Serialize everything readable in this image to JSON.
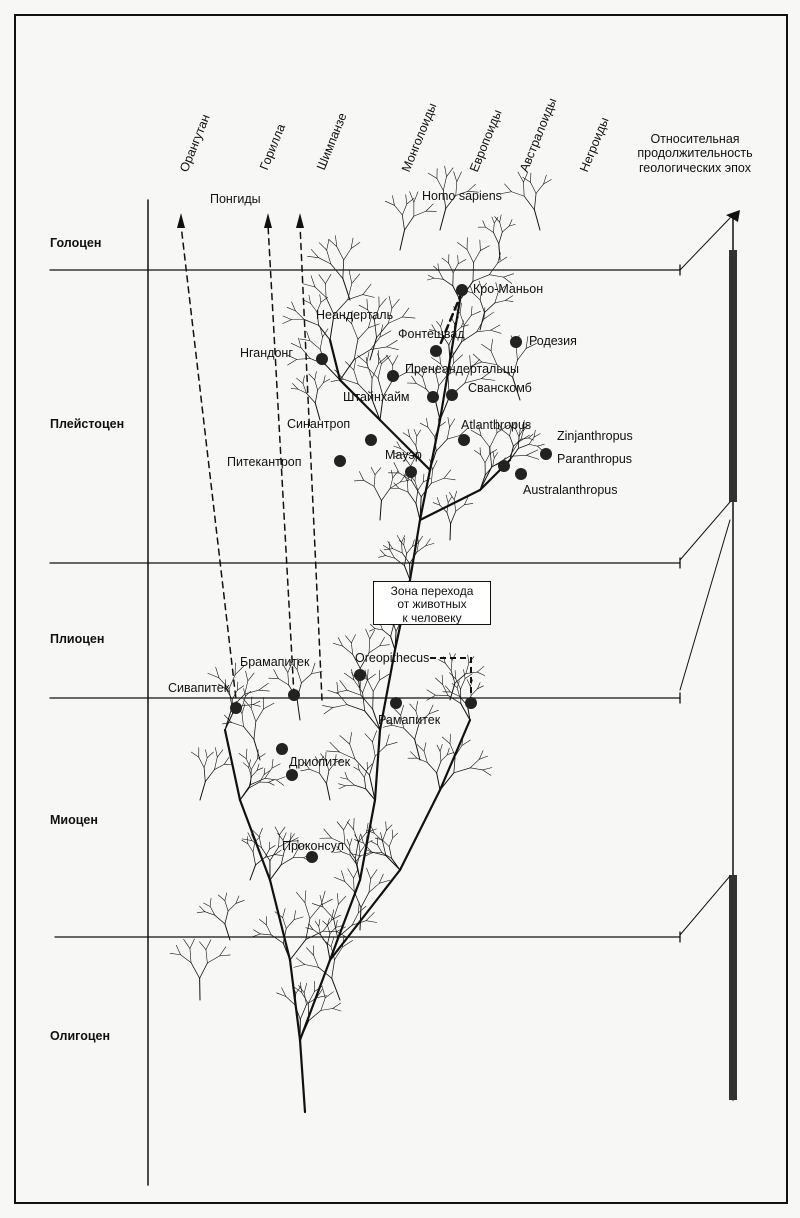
{
  "columns": [
    "Орангутан",
    "Горилла",
    "Шимпанзе",
    "Монголоиды",
    "Европоиды",
    "Австралоиды",
    "Негроиды"
  ],
  "header": [
    "Относительная",
    "продолжительность",
    "геологических эпох"
  ],
  "groups": {
    "pongids": "Понгиды",
    "homo": "Homo sapiens"
  },
  "epochs": [
    "Голоцен",
    "Плейстоцен",
    "Плиоцен",
    "Миоцен",
    "Олигоцен"
  ],
  "specimens": {
    "cromagnon": "Кро-Маньон",
    "neanderthal": "Неандерталь",
    "fontechevade": "Фонтешвад",
    "rhodesia": "Родезия",
    "ngandong": "Нгандонг",
    "preneanderthals": "Пренеандертальцы",
    "steinheim": "Штайнхайм",
    "swanscombe": "Сванскомб",
    "sinanthropus": "Синантроп",
    "atlanthropus": "Atlanthropus",
    "zinjanthropus": "Zinjanthropus",
    "pithecanthropus": "Питекантроп",
    "mauer": "Мауэр",
    "paranthropus": "Paranthropus",
    "australanthropus": "Australanthropus",
    "bramapithecus": "Брамапитек",
    "oreopithecus": "Oreopithecus",
    "sivapithecus": "Сивапитек",
    "ramapithecus": "Рамапитек",
    "dryopithecus": "Дриопитек",
    "proconsul": "Проконсул"
  },
  "zone": [
    "Зона перехода",
    "от животных",
    "к человеку"
  ]
}
